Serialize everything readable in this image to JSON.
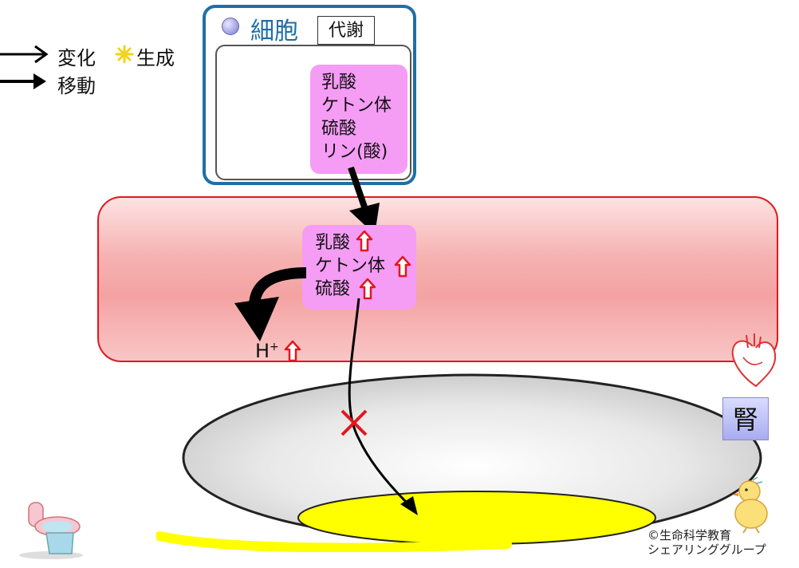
{
  "legend": {
    "change_label": "変化",
    "generate_label": "生成",
    "move_label": "移動"
  },
  "cell": {
    "title": "細胞",
    "metabolism_label": "代謝",
    "products": [
      "乳酸",
      "ケトン体",
      "硫酸",
      "リン(酸)"
    ]
  },
  "blood": {
    "substances": [
      "乳酸",
      "ケトン体",
      "硫酸"
    ],
    "hydrogen_ion": "H",
    "hydrogen_charge": "+"
  },
  "kidney": {
    "label": "腎"
  },
  "copyright": {
    "line1": "©生命科学教育",
    "line2": "シェアリンググループ"
  },
  "colors": {
    "cell_border": "#1f6fa6",
    "pink": "#f59cf5",
    "blood_border": "#e0181e",
    "urine": "#ffff00",
    "up_arrow": "#e0181e",
    "block_mark": "#e0181e"
  }
}
